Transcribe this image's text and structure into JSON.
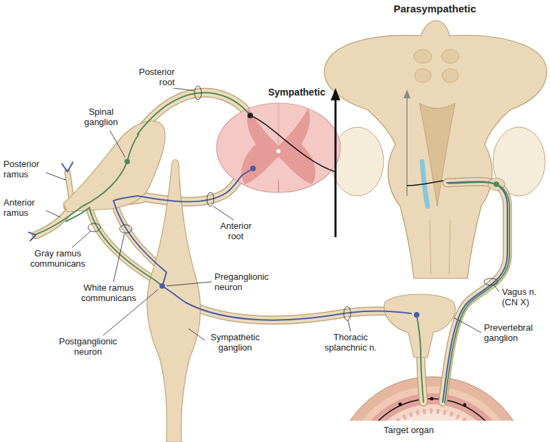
{
  "diagram": {
    "labels": [
      "Parasympathetic",
      "Sympathetic",
      "Posterior root",
      "Spinal ganglion",
      "Posterior ramus",
      "Anterior ramus",
      "Gray ramus communicans",
      "White ramus communicans",
      "Postganglionic neuron",
      "Preganglionic neuron",
      "Anterior root",
      "Sympathetic ganglion",
      "Thoracic splanchnic n.",
      "Vagus n. (CN X)",
      "Prevertebral ganglion",
      "Target organ"
    ]
  }
}
